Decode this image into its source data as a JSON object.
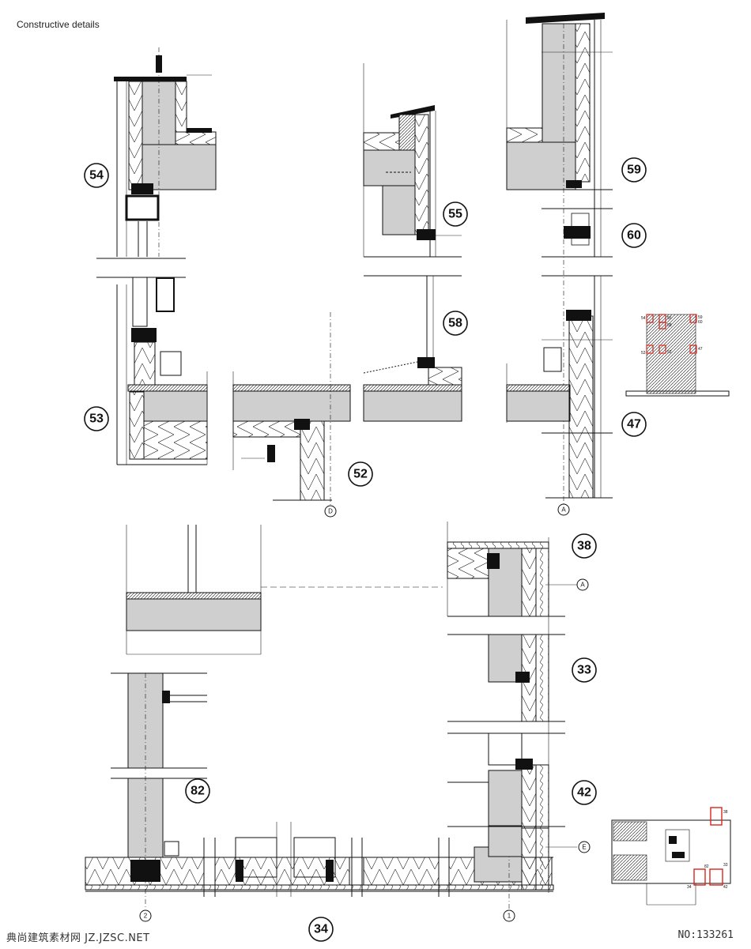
{
  "page": {
    "title": "Constructive details",
    "footer_left": "典尚建筑素材网 JZ.JZSC.NET",
    "footer_right": "NO:133261"
  },
  "details": [
    {
      "id": "d54",
      "label": "54"
    },
    {
      "id": "d55",
      "label": "55"
    },
    {
      "id": "d59",
      "label": "59"
    },
    {
      "id": "d60",
      "label": "60"
    },
    {
      "id": "d58",
      "label": "58"
    },
    {
      "id": "d53",
      "label": "53"
    },
    {
      "id": "d47",
      "label": "47"
    },
    {
      "id": "d52",
      "label": "52"
    },
    {
      "id": "d38",
      "label": "38"
    },
    {
      "id": "d33",
      "label": "33"
    },
    {
      "id": "d42",
      "label": "42"
    },
    {
      "id": "d82",
      "label": "82"
    },
    {
      "id": "d34",
      "label": "34"
    }
  ],
  "axes": [
    {
      "id": "axD",
      "label": "D"
    },
    {
      "id": "axA1",
      "label": "A"
    },
    {
      "id": "axA2",
      "label": "A"
    },
    {
      "id": "axE",
      "label": "E"
    },
    {
      "id": "ax2",
      "label": "2"
    },
    {
      "id": "ax1",
      "label": "1"
    }
  ],
  "key_plan_upper": {
    "labels": [
      "54",
      "55",
      "59",
      "60",
      "58",
      "53",
      "52",
      "47"
    ],
    "highlight_color": "#d9261c"
  },
  "key_plan_lower": {
    "labels": [
      "38",
      "33",
      "82",
      "34",
      "42"
    ],
    "highlight_color": "#d9261c"
  },
  "colors": {
    "line": "#111111",
    "concrete": "#cfcfcf",
    "highlight": "#d9261c"
  }
}
